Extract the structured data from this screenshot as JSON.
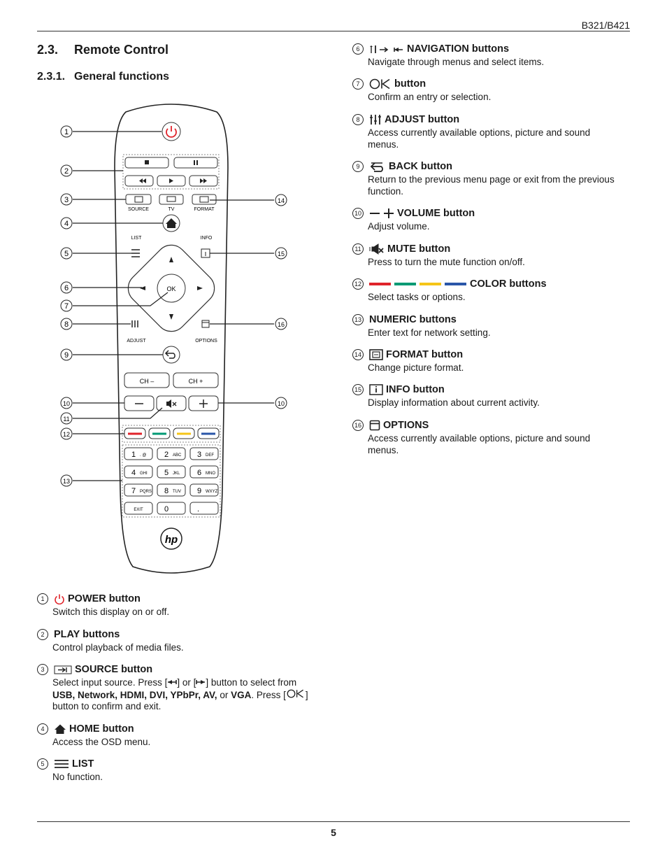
{
  "header": {
    "model": "B321/B421"
  },
  "section": {
    "number": "2.3.",
    "title": "Remote Control"
  },
  "subsection": {
    "number": "2.3.1.",
    "title": "General functions"
  },
  "remote": {
    "play_labels": {
      "source": "SOURCE",
      "tv": "TV",
      "format": "FORMAT"
    },
    "list_label": "LIST",
    "info_label": "INFO",
    "adjust_label": "ADJUST",
    "options_label": "OPTIONS",
    "ok_label": "OK",
    "ch_minus": "CH –",
    "ch_plus": "CH +",
    "numpad": [
      {
        "digit": "1",
        "letters": ". @"
      },
      {
        "digit": "2",
        "letters": "ABC"
      },
      {
        "digit": "3",
        "letters": "DEF"
      },
      {
        "digit": "4",
        "letters": "GHI"
      },
      {
        "digit": "5",
        "letters": "JKL"
      },
      {
        "digit": "6",
        "letters": "MNO"
      },
      {
        "digit": "7",
        "letters": "PQRS"
      },
      {
        "digit": "8",
        "letters": "TUV"
      },
      {
        "digit": "9",
        "letters": "WXYZ"
      },
      {
        "digit": "",
        "letters": "EXIT"
      },
      {
        "digit": "0",
        "letters": ""
      },
      {
        "digit": ".",
        "letters": ""
      }
    ],
    "logo": "hp",
    "callouts_left": [
      "1",
      "2",
      "3",
      "4",
      "5",
      "6",
      "7",
      "8",
      "9",
      "10",
      "11",
      "12",
      "13"
    ],
    "callouts_right": [
      "14",
      "15",
      "16",
      "10"
    ],
    "colors": {
      "red": "#e0232a",
      "green": "#009a74",
      "yellow": "#f5c518",
      "blue": "#2a56a8"
    }
  },
  "left_entries": [
    {
      "num": "1",
      "icon": "power-icon",
      "title": "POWER button",
      "desc": "Switch this display on or off."
    },
    {
      "num": "2",
      "icon": "",
      "title": "PLAY buttons",
      "desc": "Control playback of media files."
    },
    {
      "num": "3",
      "icon": "source-icon",
      "title": "SOURCE button",
      "desc_parts": [
        "Select input source. Press [",
        "] or [",
        "] button to select from ",
        "USB, Network, HDMI, DVI, YPbPr, AV,",
        " or ",
        "VGA",
        ". Press [",
        "] button to confirm and exit."
      ]
    },
    {
      "num": "4",
      "icon": "home-icon",
      "title": "HOME button",
      "desc": "Access the OSD menu."
    },
    {
      "num": "5",
      "icon": "list-icon",
      "title": "LIST",
      "desc": "No function."
    }
  ],
  "right_entries": [
    {
      "num": "6",
      "icon": "navigation-icon",
      "title": "NAVIGATION buttons",
      "desc": "Navigate through menus and select items."
    },
    {
      "num": "7",
      "icon": "ok-icon",
      "title": "button",
      "desc": "Confirm an entry or selection."
    },
    {
      "num": "8",
      "icon": "adjust-icon",
      "title": "ADJUST button",
      "desc": "Access currently available options, picture and sound menus."
    },
    {
      "num": "9",
      "icon": "back-icon",
      "title": "BACK button",
      "desc": "Return to the previous menu page or exit from the previous function."
    },
    {
      "num": "10",
      "icon": "volume-icon",
      "title": "VOLUME button",
      "desc": "Adjust volume."
    },
    {
      "num": "11",
      "icon": "mute-icon",
      "title": "MUTE button",
      "desc": "Press to turn the mute function on/off."
    },
    {
      "num": "12",
      "icon": "color-bars-icon",
      "title": "COLOR buttons",
      "desc": "Select tasks or options."
    },
    {
      "num": "13",
      "icon": "",
      "title": "NUMERIC buttons",
      "desc": "Enter text for network setting."
    },
    {
      "num": "14",
      "icon": "format-icon",
      "title": "FORMAT button",
      "desc": "Change picture format."
    },
    {
      "num": "15",
      "icon": "info-icon",
      "title": "INFO button",
      "desc": "Display information about current activity."
    },
    {
      "num": "16",
      "icon": "options-icon",
      "title": "OPTIONS",
      "desc": "Access currently available options, picture and sound menus."
    }
  ],
  "footer": {
    "page": "5"
  }
}
